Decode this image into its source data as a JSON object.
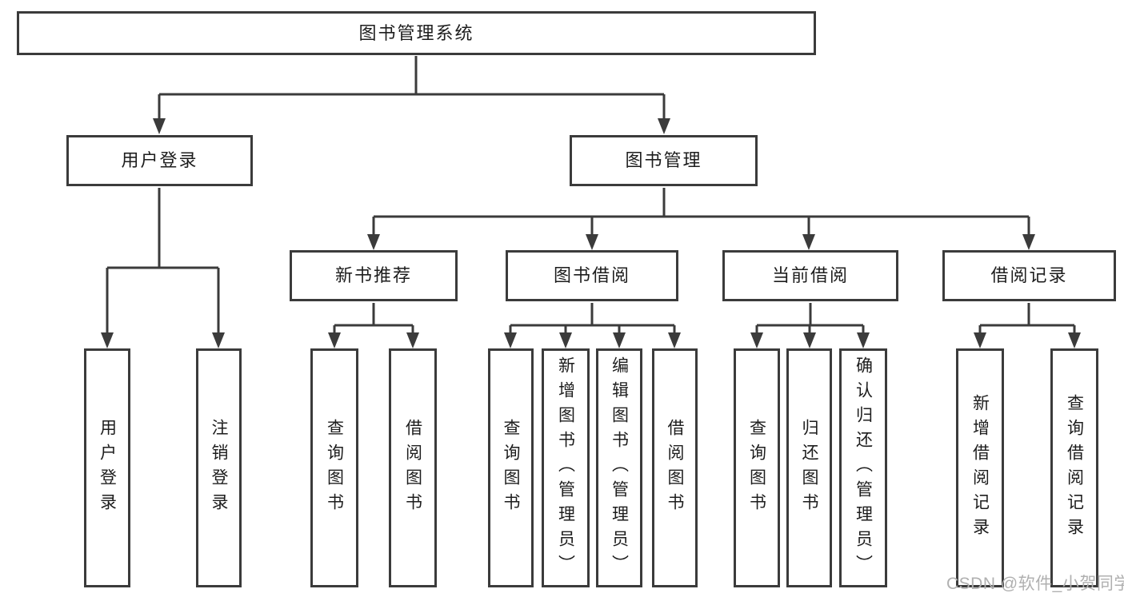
{
  "colors": {
    "line": "#3b3b3b",
    "text": "#1d1d1d",
    "watermark": "#b0b0b0",
    "background": "#ffffff"
  },
  "diagram": {
    "root": "图书管理系统",
    "level2": {
      "user_login": "用户登录",
      "book_management": "图书管理"
    },
    "level3": {
      "new_book_recommend": "新书推荐",
      "book_borrow": "图书借阅",
      "current_borrow": "当前借阅",
      "borrow_records": "借阅记录"
    },
    "leaves": {
      "user_login": "用户登录",
      "logout": "注销登录",
      "recommend_query_books": "查询图书",
      "recommend_borrow_books": "借阅图书",
      "borrow_query_books": "查询图书",
      "borrow_add_books": "新增图书（管理员）",
      "borrow_edit_books": "编辑图书（管理员）",
      "borrow_borrow_books": "借阅图书",
      "current_query_books": "查询图书",
      "current_return_books": "归还图书",
      "current_confirm_return": "确认归还（管理员）",
      "records_add_record": "新增借阅记录",
      "records_query_record": "查询借阅记录"
    }
  },
  "watermark": "CSDN @软件_小贺同学"
}
